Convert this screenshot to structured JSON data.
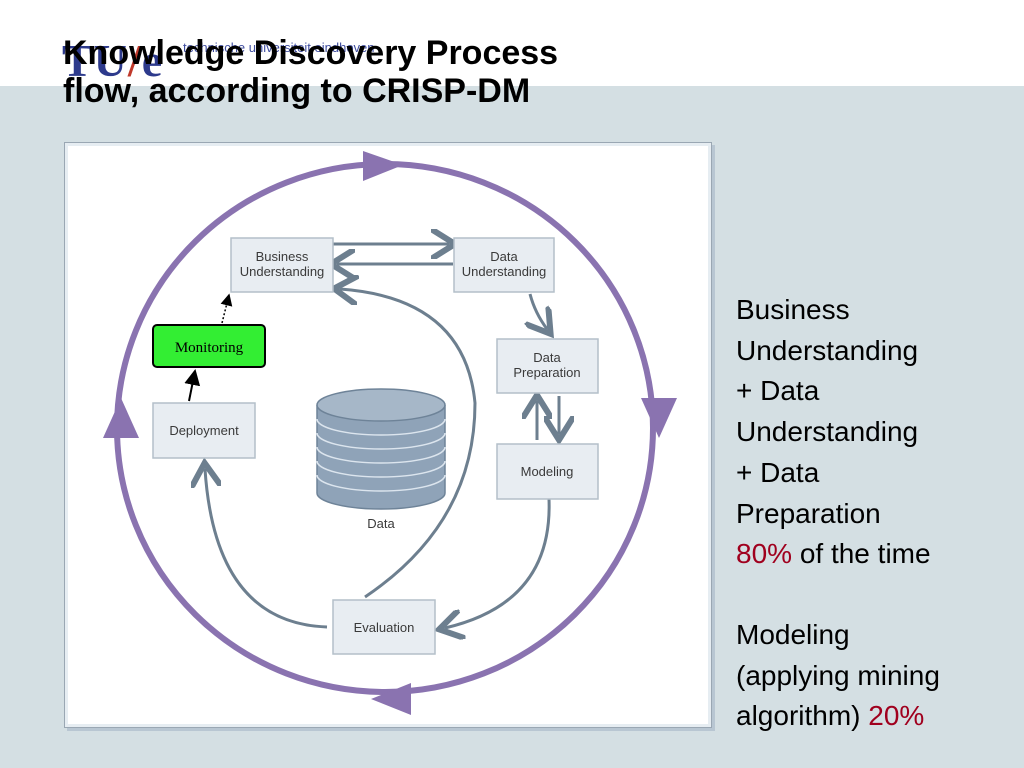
{
  "slide": {
    "logo_text": "TU/e",
    "logo_tagline": "technische universiteit eindhoven",
    "title_line1": "Knowledge Discovery Process",
    "title_line2": "flow, according to CRISP-DM"
  },
  "diagram": {
    "phases": {
      "business_understanding": [
        "Business",
        "Understanding"
      ],
      "data_understanding": [
        "Data",
        "Understanding"
      ],
      "data_preparation": [
        "Data",
        "Preparation"
      ],
      "modeling": "Modeling",
      "evaluation": "Evaluation",
      "deployment": "Deployment"
    },
    "data_store_label": "Data",
    "monitoring_label": "Monitoring",
    "colors": {
      "cycle_ring": "#8a73b0",
      "box_fill": "#e8edf2",
      "box_border": "#b4bfc9",
      "inner_arrow": "#6d7f8f",
      "cylinder": "#8fa3b8",
      "monitoring_fill": "#33ee33"
    }
  },
  "notes": {
    "block1_line1": "Business",
    "block1_line2": "Understanding",
    "block1_line3": "+ Data",
    "block1_line4": "Understanding",
    "block1_line5": "+ Data",
    "block1_line6": "Preparation",
    "block1_percent": "80%",
    "block1_suffix": " of the time",
    "block2_line1": "Modeling",
    "block2_line2": "(applying mining",
    "block2_line3": "algorithm) ",
    "block2_percent": "20%"
  }
}
